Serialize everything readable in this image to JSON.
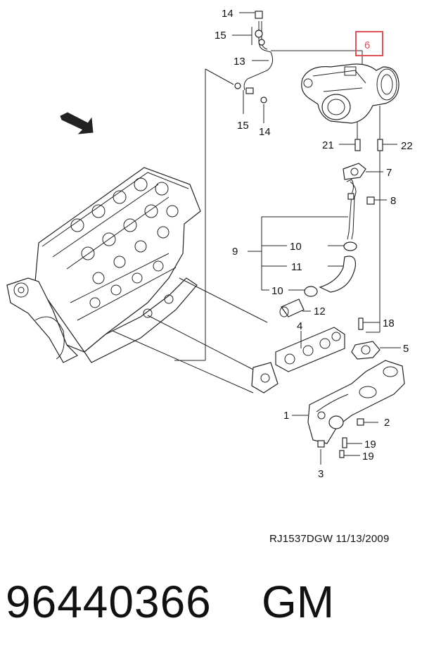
{
  "callouts": {
    "c1": "1",
    "c2": "2",
    "c3": "3",
    "c4": "4",
    "c5": "5",
    "c6": "6",
    "c7": "7",
    "c8": "8",
    "c9": "9",
    "c10a": "10",
    "c10b": "10",
    "c11": "11",
    "c12": "12",
    "c13": "13",
    "c14a": "14",
    "c14b": "14",
    "c15a": "15",
    "c15b": "15",
    "c18": "18",
    "c19a": "19",
    "c19b": "19",
    "c21": "21",
    "c22": "22"
  },
  "front_marker": "FRT",
  "highlight_color": "#e0505a",
  "drawing_id": "RJ1537DGW  11/13/2009",
  "part_number": "96440366",
  "brand": "GM"
}
